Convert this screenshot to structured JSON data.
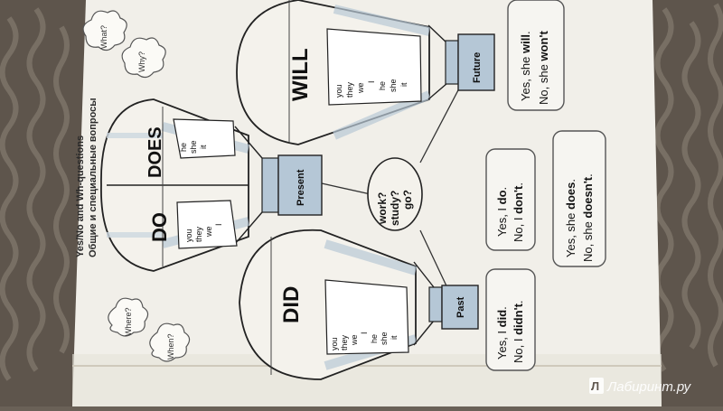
{
  "heading": {
    "line1": "Yes/No and Wh-questions",
    "line2": "Общие и специальные вопросы"
  },
  "clouds": {
    "what": "What?",
    "why": "Why?",
    "where": "Where?",
    "when": "When?"
  },
  "balloons": {
    "do_label": "DO",
    "does_label": "DOES",
    "did_label": "DID",
    "will_label": "WILL",
    "do_pronouns": [
      "you",
      "they",
      "we",
      "I"
    ],
    "does_pronouns": [
      "he",
      "she",
      "it"
    ],
    "did_pronouns": [
      "you",
      "they",
      "we",
      "I",
      "he",
      "she",
      "it"
    ],
    "will_pronouns": [
      "you",
      "they",
      "we",
      "I",
      "he",
      "she",
      "it"
    ]
  },
  "baskets": {
    "present": "Present",
    "past": "Past",
    "future": "Future"
  },
  "center": {
    "line1": "work?",
    "line2": "study?",
    "line3": "go?"
  },
  "answers": {
    "past": {
      "yes_pre": "Yes, I ",
      "yes_bold": "did",
      "yes_post": ".",
      "no_pre": "No, I ",
      "no_bold": "didn't",
      "no_post": "."
    },
    "present_i": {
      "yes_pre": "Yes, I ",
      "yes_bold": "do",
      "yes_post": ".",
      "no_pre": "No, I ",
      "no_bold": "don't",
      "no_post": "."
    },
    "present_she": {
      "yes_pre": "Yes, she ",
      "yes_bold": "does",
      "yes_post": ".",
      "no_pre": "No, she ",
      "no_bold": "doesn't",
      "no_post": "."
    },
    "future": {
      "yes_pre": "Yes, she ",
      "yes_bold": "will",
      "yes_post": ".",
      "no_pre": "No, she ",
      "no_bold": "won't",
      "no_post": ""
    }
  },
  "watermark": "Лабиринт.ру",
  "colors": {
    "page": "#f1efe9",
    "ink": "#222222",
    "basket": "#b5c7d6",
    "stripe": "#cdd8e0",
    "answer_border": "#666666"
  }
}
